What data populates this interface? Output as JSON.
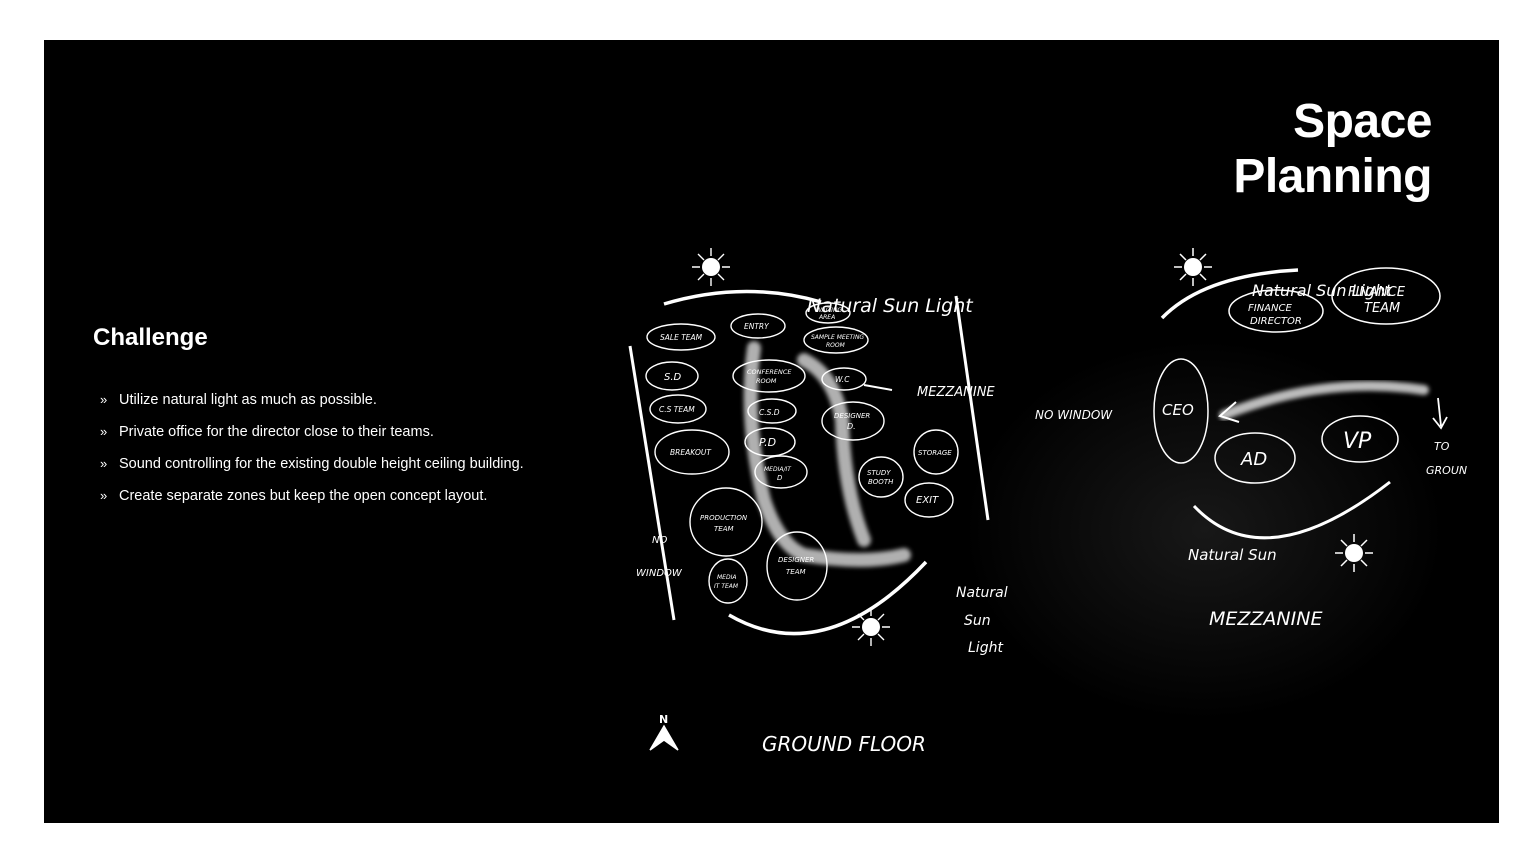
{
  "title": "Space Planning",
  "challenge": {
    "heading": "Challenge",
    "bullet_mark": "»",
    "items": [
      "Utilize natural light as much as possible.",
      "Private office for the director close to their teams.",
      "Sound controlling for the existing double height ceiling building.",
      "Create separate zones but keep the open concept layout."
    ]
  },
  "ground_floor": {
    "caption": "GROUND FLOOR",
    "north": "N",
    "sun_top": "Natural Sun Light",
    "sun_bottom": [
      "Natural",
      "Sun",
      "Light"
    ],
    "no_window": [
      "NO",
      "WINDOW"
    ],
    "mezzanine_arrow": "MEZZANINE",
    "zones": {
      "sale": "SALE TEAM",
      "entry": "ENTRY",
      "waiting": [
        "WAITING",
        "AREA"
      ],
      "meeting": [
        "SAMPLE MEETING",
        "ROOM"
      ],
      "sd": "S.D",
      "conference": [
        "CONFERENCE",
        "ROOM"
      ],
      "wc": "W.C",
      "cs_team": "C.S TEAM",
      "csd": "C.S.D",
      "designer_d": [
        "DESIGNER",
        "D."
      ],
      "breakout": "BREAKOUT",
      "pd": "P.D",
      "storage": "STORAGE",
      "media_it_d": [
        "MEDIA/IT",
        "D"
      ],
      "study": [
        "STUDY",
        "BOOTH"
      ],
      "exit": "EXIT",
      "production": [
        "PRODUCTION",
        "TEAM"
      ],
      "designer_team": [
        "DESIGNER",
        "TEAM"
      ],
      "media_team": [
        "MEDIA",
        "IT TEAM"
      ]
    }
  },
  "mezzanine": {
    "caption": "MEZZANINE",
    "sun_top": "Natural Sun Light",
    "sun_bottom": "Natural Sun",
    "no_window": "NO WINDOW",
    "to_ground": [
      "TO",
      "GROUN"
    ],
    "zones": {
      "finance_director": [
        "FINANCE",
        "DIRECTOR"
      ],
      "finance_team": [
        "FINANCE",
        "TEAM"
      ],
      "ceo": "CEO",
      "ad": "AD",
      "vp": "VP"
    }
  }
}
